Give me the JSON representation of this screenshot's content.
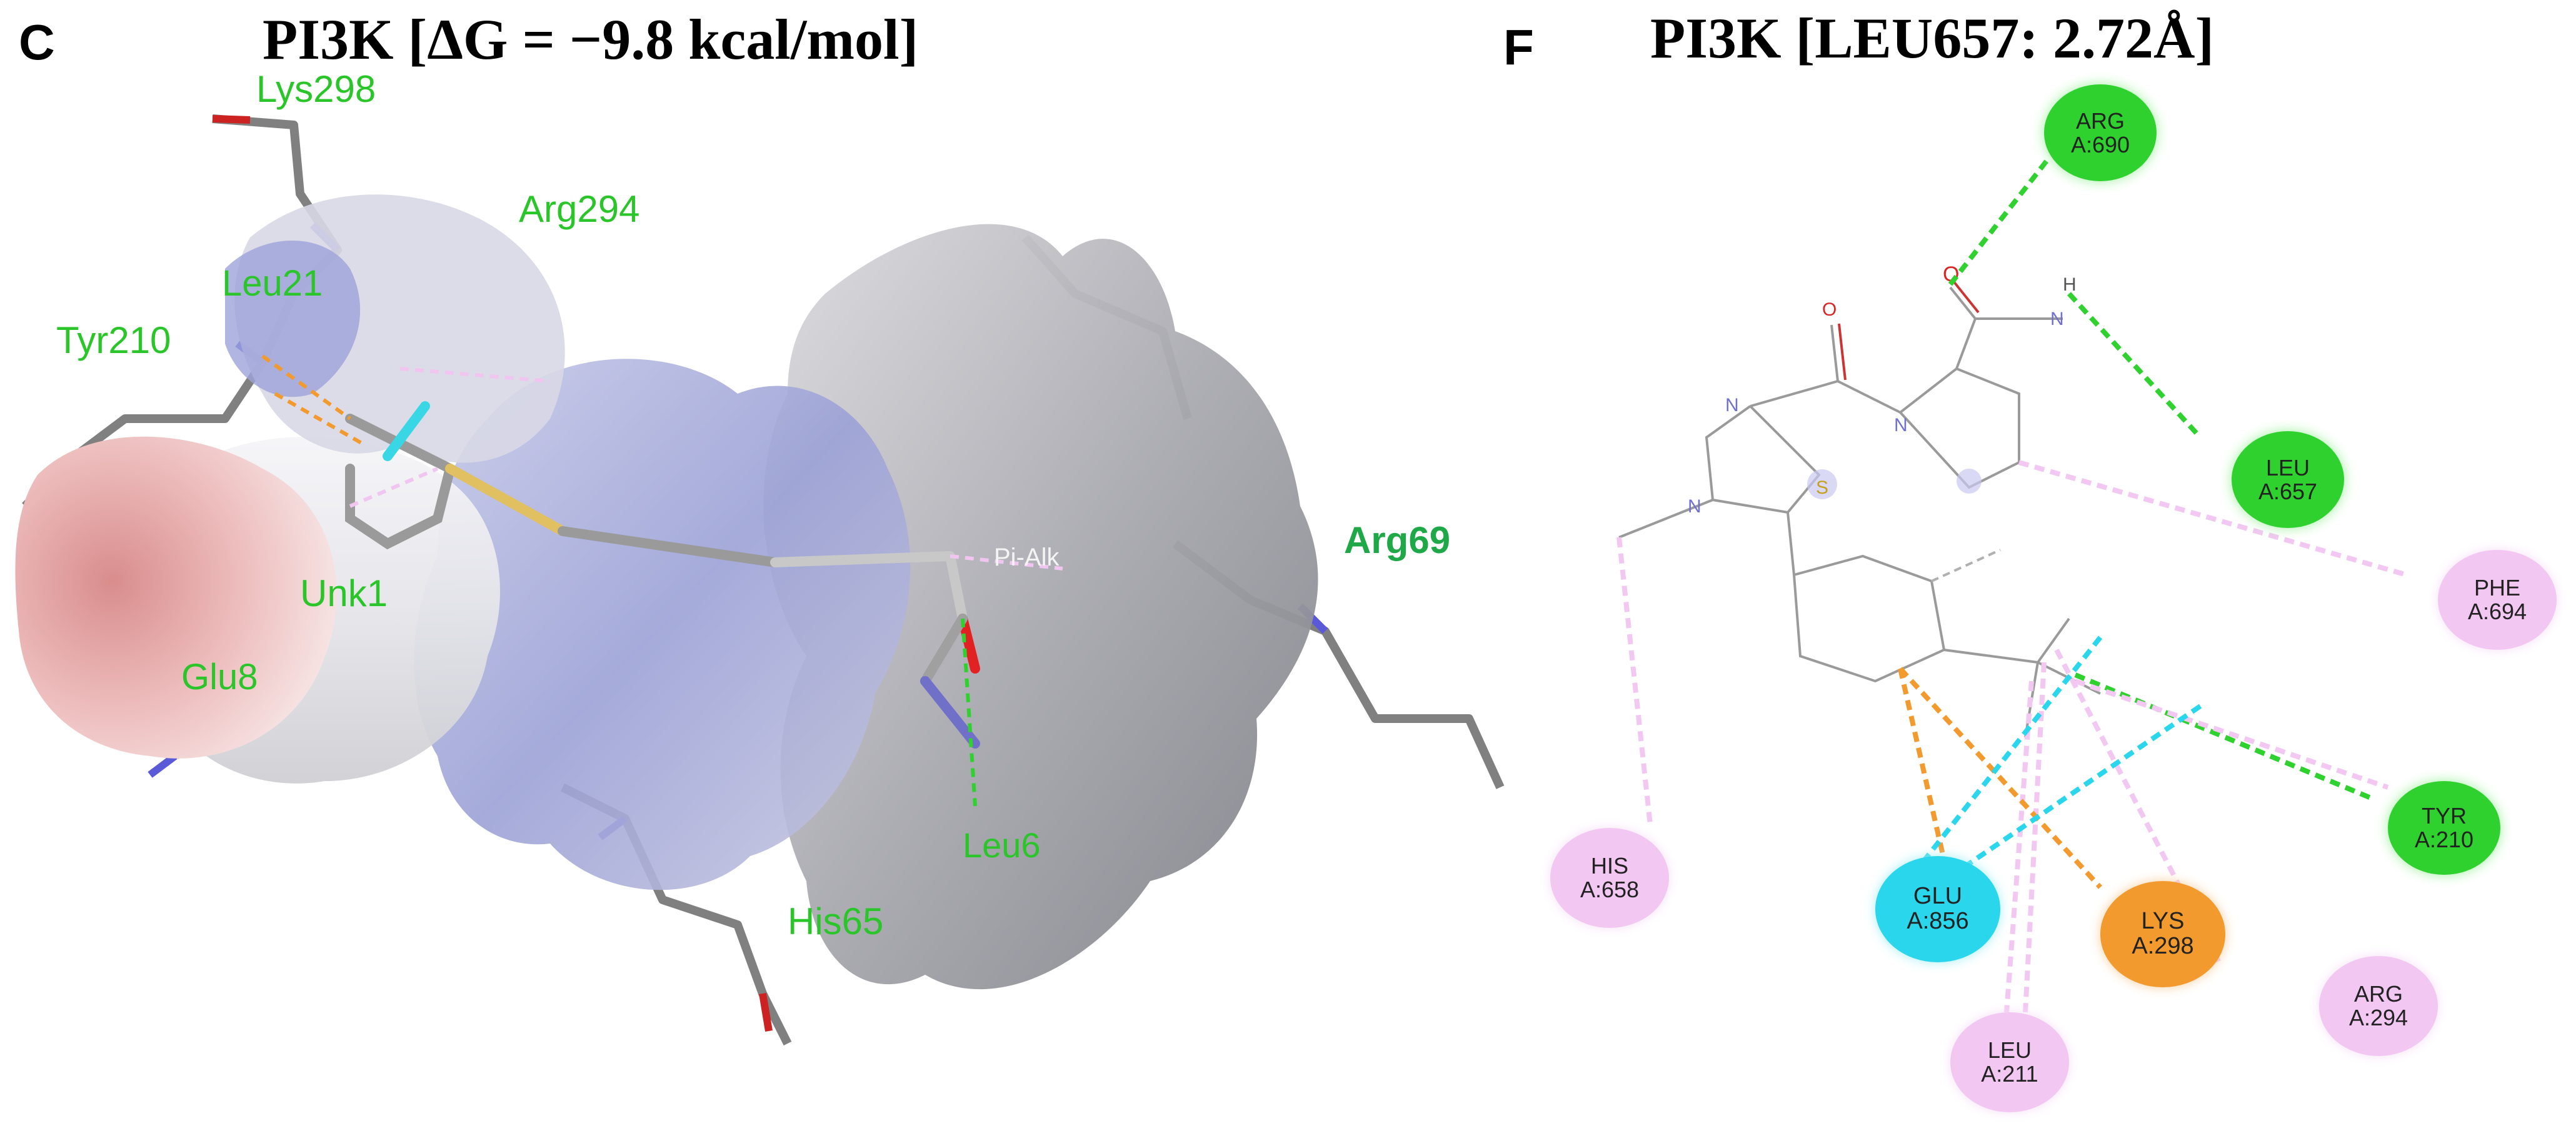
{
  "panels": {
    "left": {
      "letter": "C",
      "title": "PI3K [ΔG = −9.8 kcal/mol]",
      "residue_labels": [
        "Lys298",
        "Arg294",
        "Leu21",
        "Tyr210",
        "Unk1",
        "Glu8",
        "Arg69",
        "His65",
        "Leu6",
        "Pi-Alk"
      ]
    },
    "right": {
      "letter": "F",
      "title": "PI3K [LEU657: 2.72Å]",
      "atom_labels": {
        "O1": "O",
        "O2": "O",
        "N1": "N",
        "N2": "N",
        "N3": "N",
        "N4": "N",
        "H": "H",
        "S": "S"
      },
      "residues": [
        {
          "id": "arg690",
          "name": "ARG",
          "pos": "A:690",
          "kind": "green"
        },
        {
          "id": "leu657",
          "name": "LEU",
          "pos": "A:657",
          "kind": "green"
        },
        {
          "id": "phe694",
          "name": "PHE",
          "pos": "A:694",
          "kind": "pink"
        },
        {
          "id": "tyr210",
          "name": "TYR",
          "pos": "A:210",
          "kind": "green"
        },
        {
          "id": "his658",
          "name": "HIS",
          "pos": "A:658",
          "kind": "pink"
        },
        {
          "id": "glu856",
          "name": "GLU",
          "pos": "A:856",
          "kind": "cyan"
        },
        {
          "id": "lys298",
          "name": "LYS",
          "pos": "A:298",
          "kind": "orange"
        },
        {
          "id": "arg294",
          "name": "ARG",
          "pos": "A:294",
          "kind": "pink"
        },
        {
          "id": "leu211",
          "name": "LEU",
          "pos": "A:211",
          "kind": "pink"
        }
      ]
    }
  },
  "colors": {
    "green": "#2fd12f",
    "pink": "#f2c7f2",
    "cyan": "#2ad6ec",
    "orange": "#f29a2e",
    "residue_text": "#222222",
    "label_green": "#29c529"
  }
}
